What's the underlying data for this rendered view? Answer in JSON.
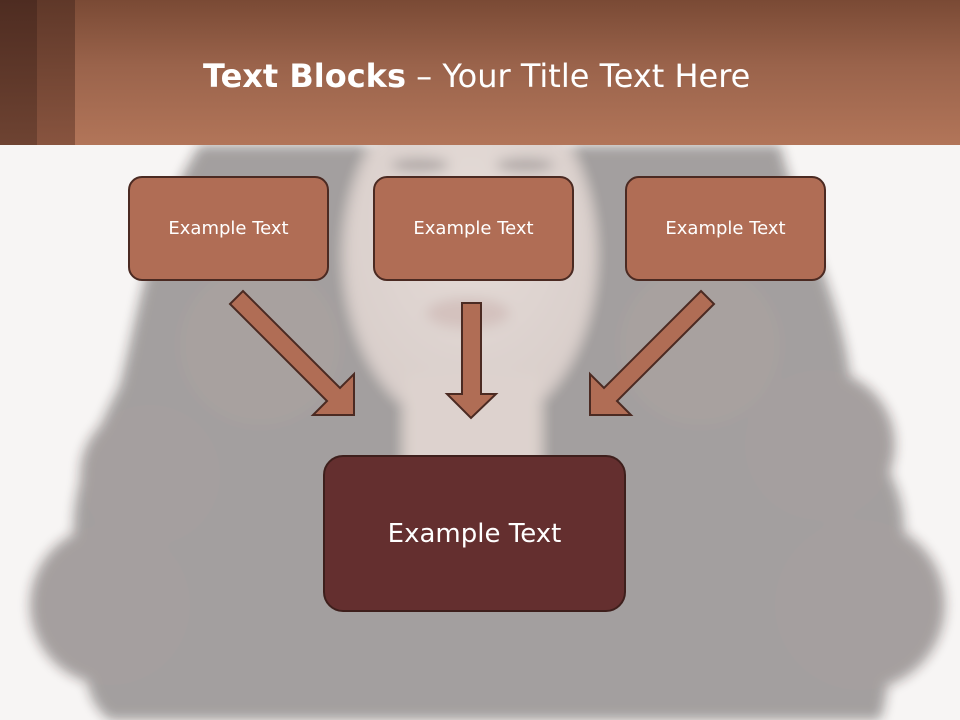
{
  "slide": {
    "title_bold": "Text Blocks",
    "title_dash": " – ",
    "title_rest": "Your Title Text Here",
    "boxes": [
      {
        "label": "Example Text"
      },
      {
        "label": "Example Text"
      },
      {
        "label": "Example Text"
      }
    ],
    "main_box": {
      "label": "Example Text"
    }
  },
  "colors": {
    "title_bar": "#b27559",
    "box_fill": "#b06d55",
    "main_box_fill": "#642f2f",
    "arrow_fill": "#b06d55",
    "outline": "#4b2a22"
  }
}
